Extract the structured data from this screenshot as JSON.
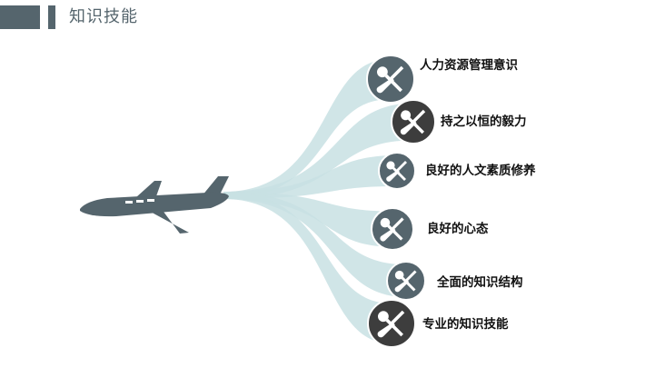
{
  "header": {
    "title": "知识技能"
  },
  "colors": {
    "accent": "#55656d",
    "ray": "#c8e0e3",
    "plane": "#55656d",
    "icon_light_bg": "#55656d",
    "icon_dark_bg": "#3d3d3d"
  },
  "skills": [
    {
      "label": "人力资源管理意识",
      "icon": "wrench-screwdriver-icon",
      "tone": "light"
    },
    {
      "label": "持之以恒的毅力",
      "icon": "wrench-screwdriver-icon",
      "tone": "dark"
    },
    {
      "label": "良好的人文素质修养",
      "icon": "wrench-screwdriver-icon",
      "tone": "light"
    },
    {
      "label": "良好的心态",
      "icon": "wrench-screwdriver-icon",
      "tone": "light"
    },
    {
      "label": "全面的知识结构",
      "icon": "wrench-screwdriver-icon",
      "tone": "light"
    },
    {
      "label": "专业的知识技能",
      "icon": "wrench-screwdriver-icon",
      "tone": "dark"
    }
  ]
}
